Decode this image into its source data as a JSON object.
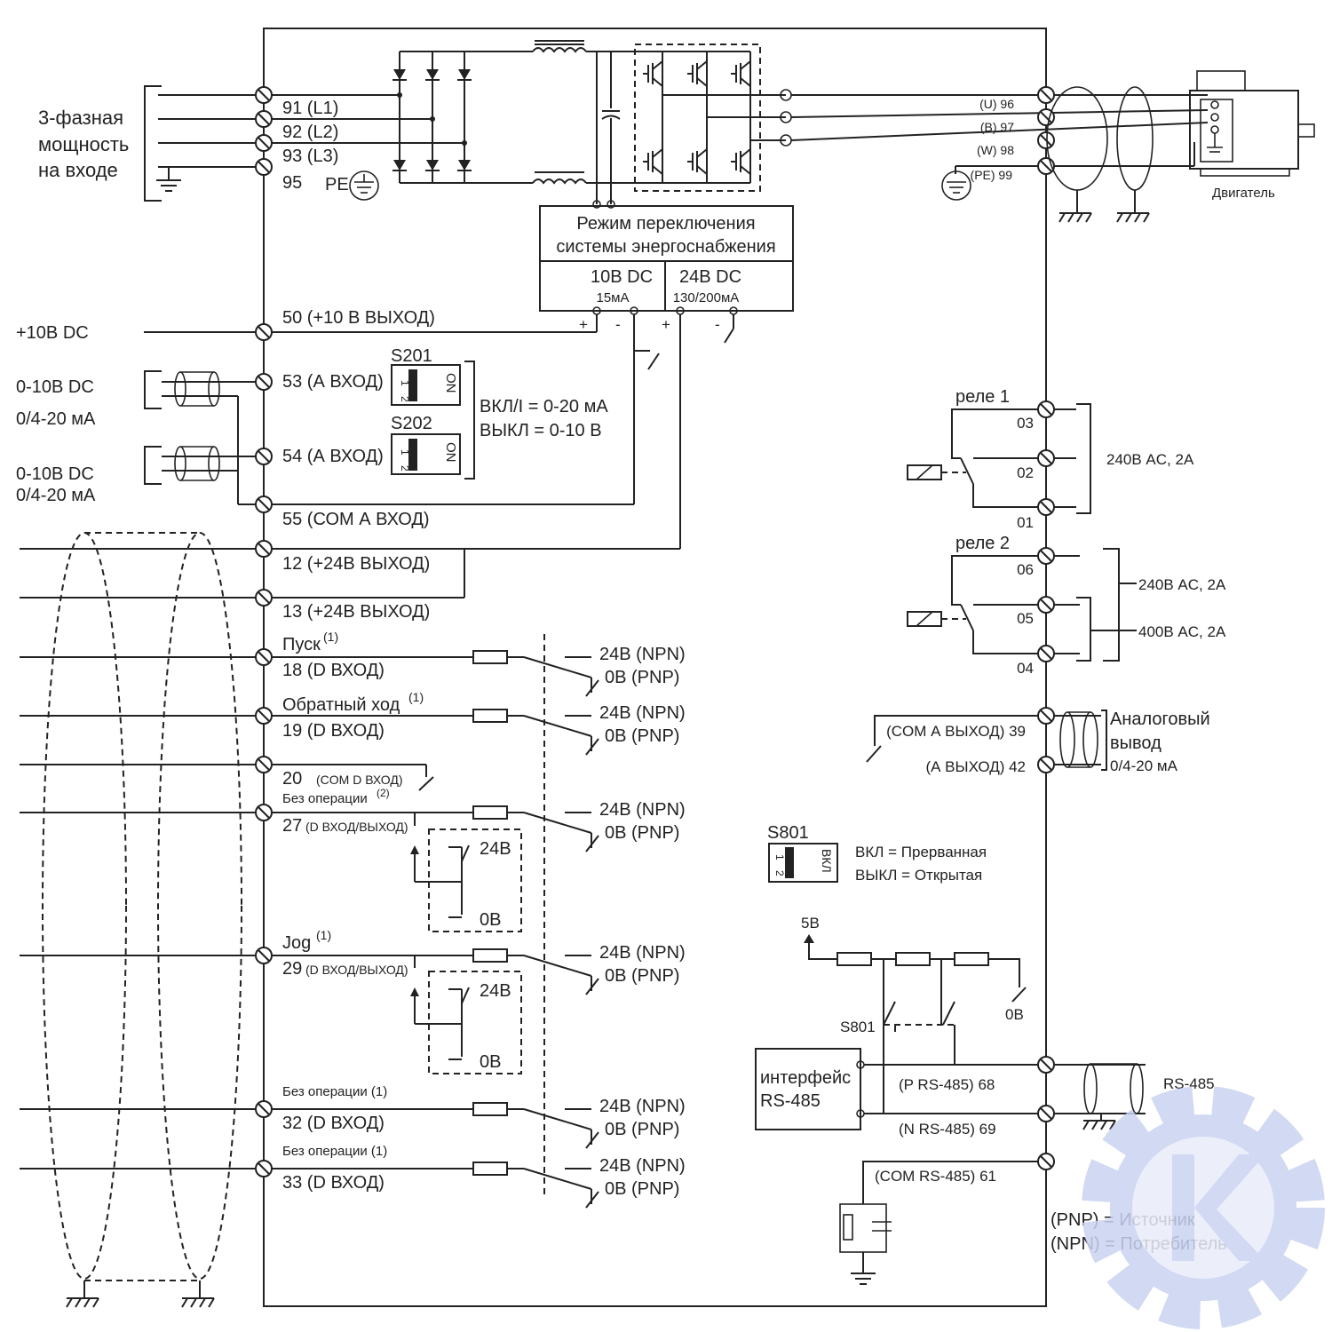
{
  "input_power": {
    "line1": "3-фазная",
    "line2": "мощность",
    "line3": "на входе"
  },
  "mains": {
    "l1": "91 (L1)",
    "l2": "92 (L2)",
    "l3": "93 (L3)",
    "pe_num": "95",
    "pe": "PE"
  },
  "motor_terms": {
    "u": "(U) 96",
    "v": "(В) 97",
    "w": "(W) 98",
    "pe": "(PE) 99"
  },
  "motor": "Двигатель",
  "smps": {
    "title1": "Режим переключения",
    "title2": "системы энергоснабжения",
    "v10": "10В DC",
    "i10": "15мА",
    "v24": "24В DC",
    "i24": "130/200мА",
    "plus": "+",
    "minus": "-"
  },
  "power_10v": "+10В DC",
  "analog_in": {
    "a1": "0-10В DC",
    "a2": "0/4-20 мА",
    "b1": "0-10В DC",
    "b2": "0/4-20 мА"
  },
  "terms": {
    "t50": "50 (+10 В ВЫХОД)",
    "t53": "53 (А ВХОД)",
    "t54": "54 (А ВХОД)",
    "t55": "55 (СОМ А ВХОД)",
    "t12": "12 (+24В ВЫХОД)",
    "t13": "13 (+24В ВЫХОД)",
    "start": "Пуск",
    "t18": "18 (D ВХОД)",
    "reverse": "Обратный ход",
    "t19": "19 (D ВХОД)",
    "t20num": "20",
    "t20": "(COM D ВХОД)",
    "noop2": "Без операции",
    "t27num": "27",
    "t27": "(D ВХОД/ВЫХОД)",
    "jog": "Jog",
    "t29num": "29",
    "t29": "(D ВХОД/ВЫХОД)",
    "noop32": "Без операции (1)",
    "t32": "32 (D ВХОД)",
    "noop33": "Без операции (1)",
    "t33": "33 (D ВХОД)",
    "sup1": "(1)",
    "sup2": "(2)"
  },
  "switches": {
    "s201": "S201",
    "s202": "S202",
    "on": "ON",
    "one": "1",
    "two": "2",
    "note1": "ВКЛ/I = 0-20 мА",
    "note2": "ВЫКЛ = 0-10 В"
  },
  "npn": "24В (NPN)",
  "pnp": "0В (PNP)",
  "v24": "24В",
  "v0": "0В",
  "relay1": {
    "title": "реле 1",
    "c03": "03",
    "c02": "02",
    "c01": "01",
    "rating": "240В AC, 2A"
  },
  "relay2": {
    "title": "реле 2",
    "c06": "06",
    "c05": "05",
    "c04": "04",
    "rating1": "240В AC, 2A",
    "rating2": "400В AC, 2A"
  },
  "analog_out": {
    "t39": "(COM А ВЫХОД) 39",
    "t42": "(А ВЫХОД) 42",
    "l1": "Аналоговый",
    "l2": "вывод",
    "l3": "0/4-20 мА"
  },
  "s801": {
    "title": "S801",
    "vkl": "ВКЛ",
    "note1": "ВКЛ = Прерванная",
    "note2": "ВЫКЛ = Открытая"
  },
  "rs485": {
    "v5": "5В",
    "v0": "0В",
    "s801": "S801",
    "if1": "интерфейс",
    "if2": "RS-485",
    "t68": "(P RS-485) 68",
    "t69": "(N RS-485) 69",
    "t61": "(COM RS-485) 61",
    "cable": "RS-485"
  },
  "legend": {
    "pnp": "(PNP) = Источник",
    "npn": "(NPN) = Потребитель"
  },
  "colors": {
    "line": "#222222",
    "watermark": "#c9d3f2"
  }
}
